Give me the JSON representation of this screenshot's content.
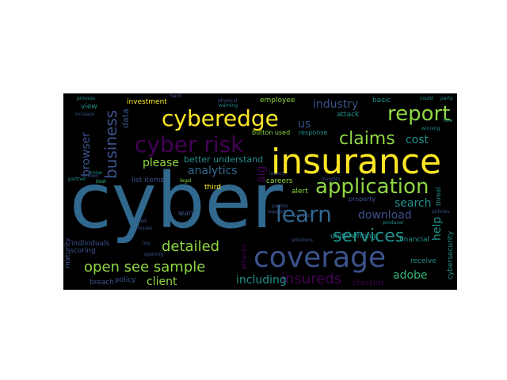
{
  "background": "#000000",
  "palette": {
    "purple": "#440154",
    "indigo": "#3b528b",
    "blue": "#31688e",
    "teal": "#21918c",
    "green": "#35b779",
    "lime": "#90d743",
    "yellow": "#fde725"
  },
  "words": [
    {
      "text": "cyber",
      "color": "blue"
    },
    {
      "text": "insurance",
      "color": "yellow"
    },
    {
      "text": "coverage",
      "color": "indigo"
    },
    {
      "text": "cyberedge",
      "color": "yellow"
    },
    {
      "text": "cyber risk",
      "color": "purple"
    },
    {
      "text": "report",
      "color": "lime"
    },
    {
      "text": "application",
      "color": "lime"
    },
    {
      "text": "learn",
      "color": "blue"
    },
    {
      "text": "claims",
      "color": "lime"
    },
    {
      "text": "services",
      "color": "teal"
    },
    {
      "text": "business",
      "color": "indigo"
    },
    {
      "text": "open see sample",
      "color": "lime"
    },
    {
      "text": "detailed",
      "color": "lime"
    },
    {
      "text": "insureds",
      "color": "purple"
    },
    {
      "text": "industry",
      "color": "indigo"
    },
    {
      "text": "download",
      "color": "indigo"
    },
    {
      "text": "analytics",
      "color": "blue"
    },
    {
      "text": "please",
      "color": "lime"
    },
    {
      "text": "browser",
      "color": "indigo"
    },
    {
      "text": "search",
      "color": "teal"
    },
    {
      "text": "including",
      "color": "teal"
    },
    {
      "text": "client",
      "color": "lime"
    },
    {
      "text": "adobe",
      "color": "green"
    },
    {
      "text": "help",
      "color": "teal"
    },
    {
      "text": "cost",
      "color": "teal"
    },
    {
      "text": "aig",
      "color": "purple"
    },
    {
      "text": "us",
      "color": "indigo"
    },
    {
      "text": "better understand",
      "color": "teal"
    },
    {
      "text": "data",
      "color": "indigo"
    },
    {
      "text": "basic",
      "color": "teal"
    },
    {
      "text": "underwriting",
      "color": "teal"
    },
    {
      "text": "cybersecurity",
      "color": "teal"
    },
    {
      "text": "employee",
      "color": "lime"
    },
    {
      "text": "investment",
      "color": "yellow"
    },
    {
      "text": "view",
      "color": "teal"
    },
    {
      "text": "physical",
      "color": "indigo"
    },
    {
      "text": "attack",
      "color": "teal"
    },
    {
      "text": "careers",
      "color": "lime"
    },
    {
      "text": "alert",
      "color": "lime"
    },
    {
      "text": "third",
      "color": "yellow"
    },
    {
      "text": "list items",
      "color": "indigo"
    },
    {
      "text": "want",
      "color": "indigo"
    },
    {
      "text": "individuals",
      "color": "indigo"
    },
    {
      "text": "scoring",
      "color": "indigo"
    },
    {
      "text": "maturity",
      "color": "indigo"
    },
    {
      "text": "breach",
      "color": "indigo"
    },
    {
      "text": "policy",
      "color": "indigo"
    },
    {
      "text": "financial",
      "color": "teal"
    },
    {
      "text": "receive",
      "color": "teal"
    },
    {
      "text": "checklist",
      "color": "purple"
    },
    {
      "text": "button used",
      "color": "lime"
    },
    {
      "text": "response",
      "color": "teal"
    },
    {
      "text": "property",
      "color": "indigo"
    },
    {
      "text": "threat",
      "color": "teal"
    },
    {
      "text": "attacks",
      "color": "purple"
    },
    {
      "text": "winning",
      "color": "teal"
    },
    {
      "text": "process",
      "color": "teal"
    },
    {
      "text": "increase",
      "color": "indigo"
    },
    {
      "text": "could",
      "color": "teal"
    },
    {
      "text": "party",
      "color": "teal"
    },
    {
      "text": "fine",
      "color": "green"
    },
    {
      "text": "hard",
      "color": "indigo"
    },
    {
      "text": "insights",
      "color": "indigo"
    },
    {
      "text": "producer",
      "color": "teal"
    },
    {
      "text": "policies",
      "color": "indigo"
    },
    {
      "text": "support",
      "color": "indigo"
    },
    {
      "text": "log",
      "color": "indigo"
    },
    {
      "text": "opening",
      "color": "indigo"
    },
    {
      "text": "known",
      "color": "indigo"
    },
    {
      "text": "best",
      "color": "green"
    },
    {
      "text": "legal",
      "color": "lime"
    },
    {
      "text": "warning",
      "color": "teal"
    },
    {
      "text": "launch",
      "color": "indigo"
    },
    {
      "text": "need",
      "color": "indigo"
    },
    {
      "text": "losses",
      "color": "indigo"
    },
    {
      "text": "know",
      "color": "teal"
    },
    {
      "text": "partner",
      "color": "teal"
    },
    {
      "text": "solutions",
      "color": "indigo"
    },
    {
      "text": "product",
      "color": "indigo"
    },
    {
      "text": "parties",
      "color": "indigo"
    }
  ]
}
